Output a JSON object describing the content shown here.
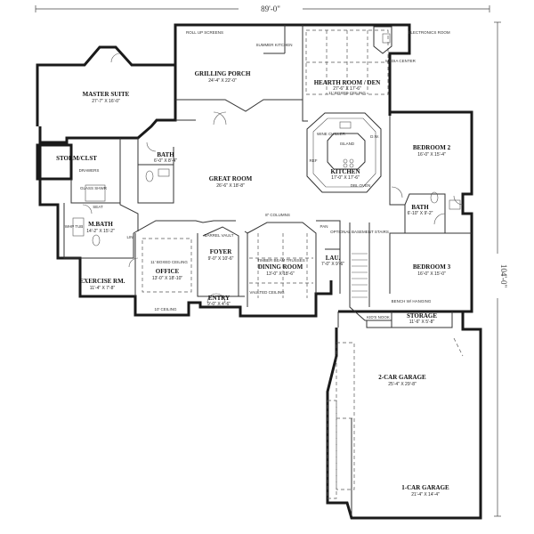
{
  "dimensions": {
    "width_label": "89'-0\"",
    "depth_label": "104'-0\""
  },
  "rooms": [
    {
      "name": "MASTER SUITE",
      "size": "27'-7\" X 16'-0\""
    },
    {
      "name": "GRILLING PORCH",
      "size": "24'-4\" X 22'-0\""
    },
    {
      "name": "HEARTH ROOM / DEN",
      "size": "27'-6\" X 17'-6\""
    },
    {
      "name": "STORM/CLST",
      "size": ""
    },
    {
      "name": "BATH",
      "size": "6'-0\" X 8'-4\""
    },
    {
      "name": "GREAT ROOM",
      "size": "26'-6\" X 18'-8\""
    },
    {
      "name": "KITCHEN",
      "size": "17'-0\" X 17'-6\""
    },
    {
      "name": "BEDROOM 2",
      "size": "16'-0\" X 15'-4\""
    },
    {
      "name": "BATH",
      "size": "6'-10\" X 9'-2\""
    },
    {
      "name": "M.BATH",
      "size": "14'-2\" X 15'-2\""
    },
    {
      "name": "FOYER",
      "size": "9'-0\" X 10'-6\""
    },
    {
      "name": "OFFICE",
      "size": "13'-0\" X 18'-10\""
    },
    {
      "name": "DINING ROOM",
      "size": "13'-0\" X 18'-6\""
    },
    {
      "name": "LAU.",
      "size": "7'-0\" X 9'-6\""
    },
    {
      "name": "BEDROOM 3",
      "size": "16'-0\" X 15'-0\""
    },
    {
      "name": "EXERCISE RM.",
      "size": "11'-4\" X 7'-8\""
    },
    {
      "name": "ENTRY",
      "size": "9'-0\" X 4'-6\""
    },
    {
      "name": "STORAGE",
      "size": "11'-6\" X 5'-8\""
    },
    {
      "name": "2-CAR GARAGE",
      "size": "25'-4\" X 29'-8\""
    },
    {
      "name": "1-CAR GARAGE",
      "size": "21'-4\" X 14'-4\""
    }
  ],
  "notes": {
    "roll_up_screens": "ROLL UP SCREENS",
    "summer_kitchen": "SUMMER KITCHEN",
    "electronics_room": "ELECTRONICS ROOM",
    "media_center": "MEDIA CENTER",
    "boxed_ceiling_hearth": "11' BOXED CEILING",
    "drawers": "DRAWERS",
    "glass_shwr": "GLASS SHWR",
    "seat": "SEAT",
    "whp_tub": "WHP TUB",
    "lin": "LIN",
    "wine_chiller": "WINE CHILLER",
    "island": "ISLAND",
    "ref": "REF",
    "dw": "D.W.",
    "drop_oven": "DBL OVEN",
    "columns": "8\" COLUMNS",
    "barrel_vault": "BARREL VAULT",
    "boxed_ceiling_office": "11' BOXED CEILING",
    "ceiling_office": "10' CEILING",
    "timber_beam_trusses": "TIMBER BEAM TRUSSES",
    "vaulted_ceiling": "VAULTED CEILING",
    "pan": "PAN",
    "optional_basement_stairs": "OPTIONAL BASEMENT STAIRS",
    "bench_hanging": "BENCH W/ HANGING",
    "kids_nook": "KID'S NOOK"
  }
}
